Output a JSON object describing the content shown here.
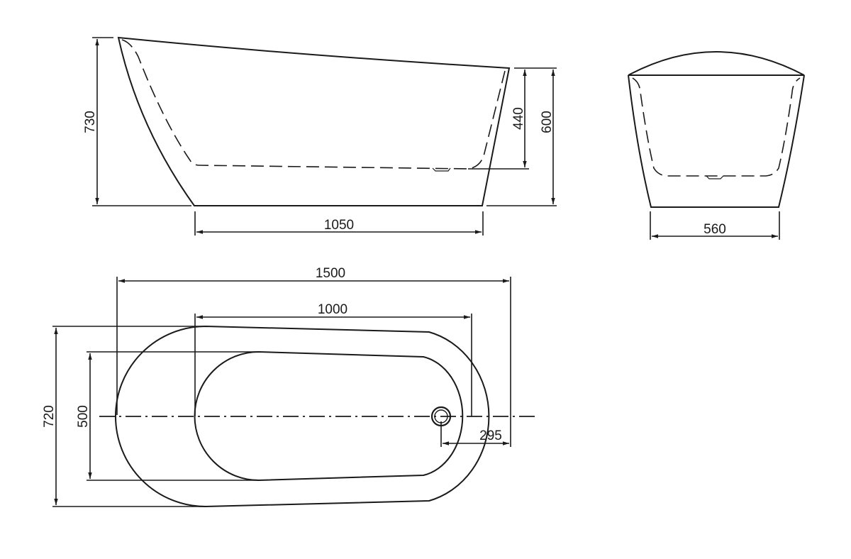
{
  "drawing": {
    "title": "Freestanding slipper bathtub dimension drawing",
    "units": "mm",
    "line_color": "#1a1a1a",
    "background": "#ffffff"
  },
  "side_view": {
    "overall_height": "730",
    "rim_height": "600",
    "inner_depth": "440",
    "base_length": "1050"
  },
  "end_view": {
    "base_width": "560"
  },
  "top_view": {
    "overall_length": "1500",
    "inner_flat_length": "1000",
    "overall_width": "720",
    "inner_width": "500",
    "drain_offset": "295"
  }
}
